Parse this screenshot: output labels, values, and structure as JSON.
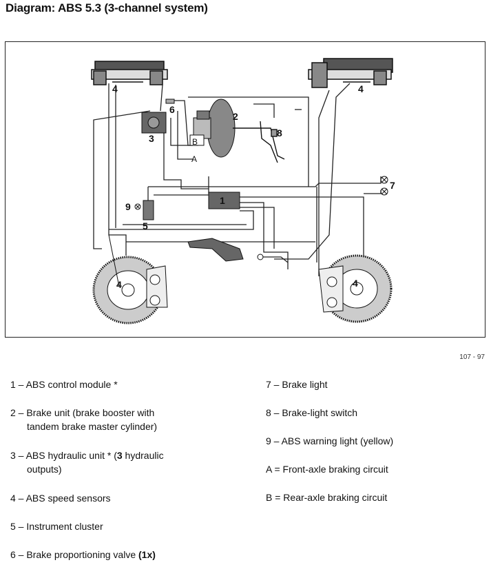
{
  "title": "Diagram: ABS 5.3 (3-channel system)",
  "figure_ref": "107 - 97",
  "callouts": {
    "n1": "1",
    "n2": "2",
    "n3": "3",
    "n4a": "4",
    "n4b": "4",
    "n4c": "4",
    "n4d": "4",
    "n5": "5",
    "n6": "6",
    "n7": "7",
    "n8": "8",
    "n9": "9",
    "nA": "A",
    "nB": "B"
  },
  "legend": {
    "left": [
      {
        "text": "1 – ABS control module *"
      },
      {
        "line1": "2 – Brake unit (brake booster with",
        "line2": "tandem brake master cylinder)"
      },
      {
        "pre": "3 – ABS hydraulic unit * (",
        "bold": "3",
        "post": " hydraulic",
        "line2": "outputs)"
      },
      {
        "text": "4 – ABS speed sensors"
      },
      {
        "text": "5 – Instrument cluster"
      },
      {
        "pre": "6 – Brake proportioning valve ",
        "bold": "(1x)"
      }
    ],
    "right": [
      {
        "text": "7 – Brake light"
      },
      {
        "text": "8 – Brake-light switch"
      },
      {
        "text": "9 – ABS warning light (yellow)"
      },
      {
        "text": "A = Front-axle braking circuit"
      },
      {
        "text": "B = Rear-axle braking circuit"
      }
    ]
  }
}
